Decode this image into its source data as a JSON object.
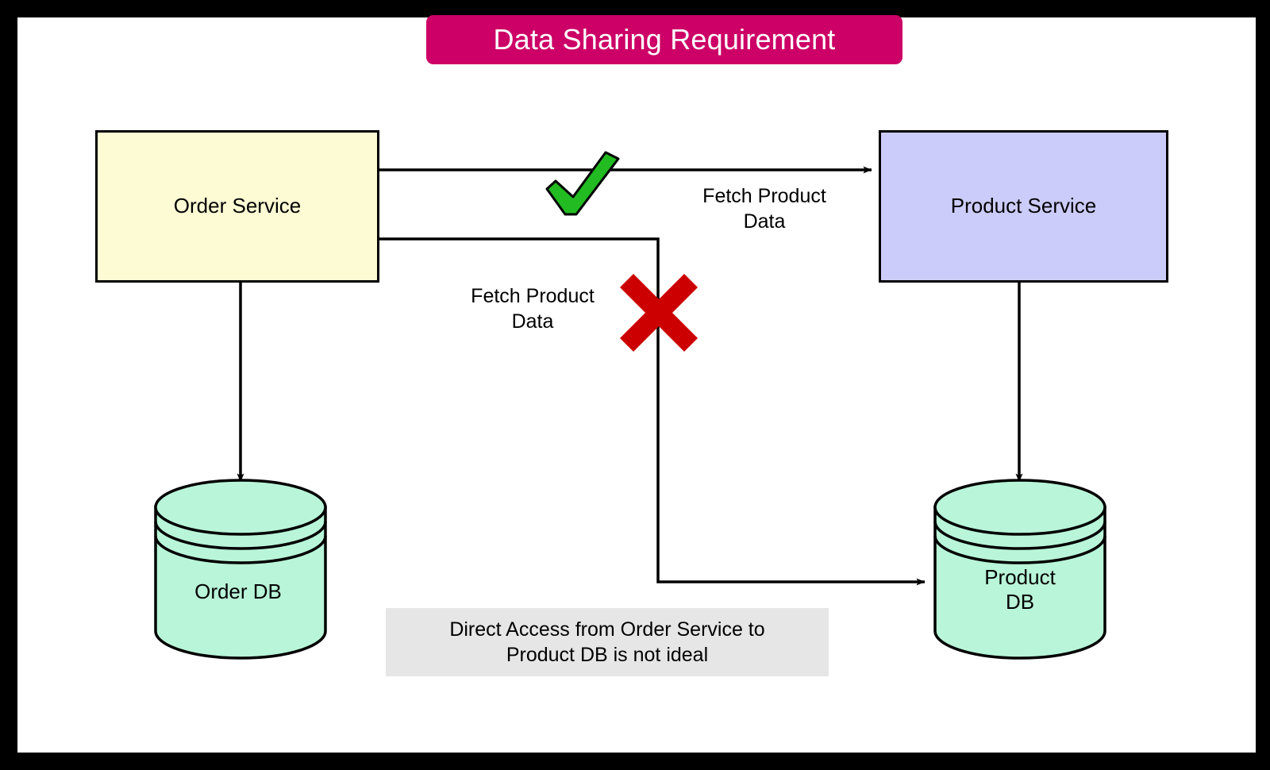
{
  "diagram": {
    "title": "Data Sharing Requirement",
    "colors": {
      "frame": "#000000",
      "canvas": "#ffffff",
      "title_bg": "#cc0066",
      "title_fg": "#ffffff",
      "order_service_fill": "#fdfbd4",
      "product_service_fill": "#ccccfa",
      "database_fill": "#b9f5d8",
      "note_fill": "#e6e6e6",
      "check_green": "#22bb22",
      "cross_red": "#cc0000",
      "stroke": "#000000"
    },
    "nodes": {
      "order_service": {
        "label": "Order Service"
      },
      "product_service": {
        "label": "Product Service"
      },
      "order_db": {
        "label": "Order DB"
      },
      "product_db": {
        "label": "Product\nDB"
      }
    },
    "edges": {
      "order_to_product_service": {
        "label": "Fetch Product\nData",
        "marker": "check-mark",
        "marker_meaning": "allowed"
      },
      "order_to_product_db": {
        "label": "Fetch Product\nData",
        "marker": "cross-mark",
        "marker_meaning": "not-allowed"
      },
      "order_service_to_order_db": {
        "label": ""
      },
      "product_service_to_product_db": {
        "label": ""
      }
    },
    "note": {
      "text": "Direct Access from Order Service to\nProduct DB is not ideal"
    }
  }
}
